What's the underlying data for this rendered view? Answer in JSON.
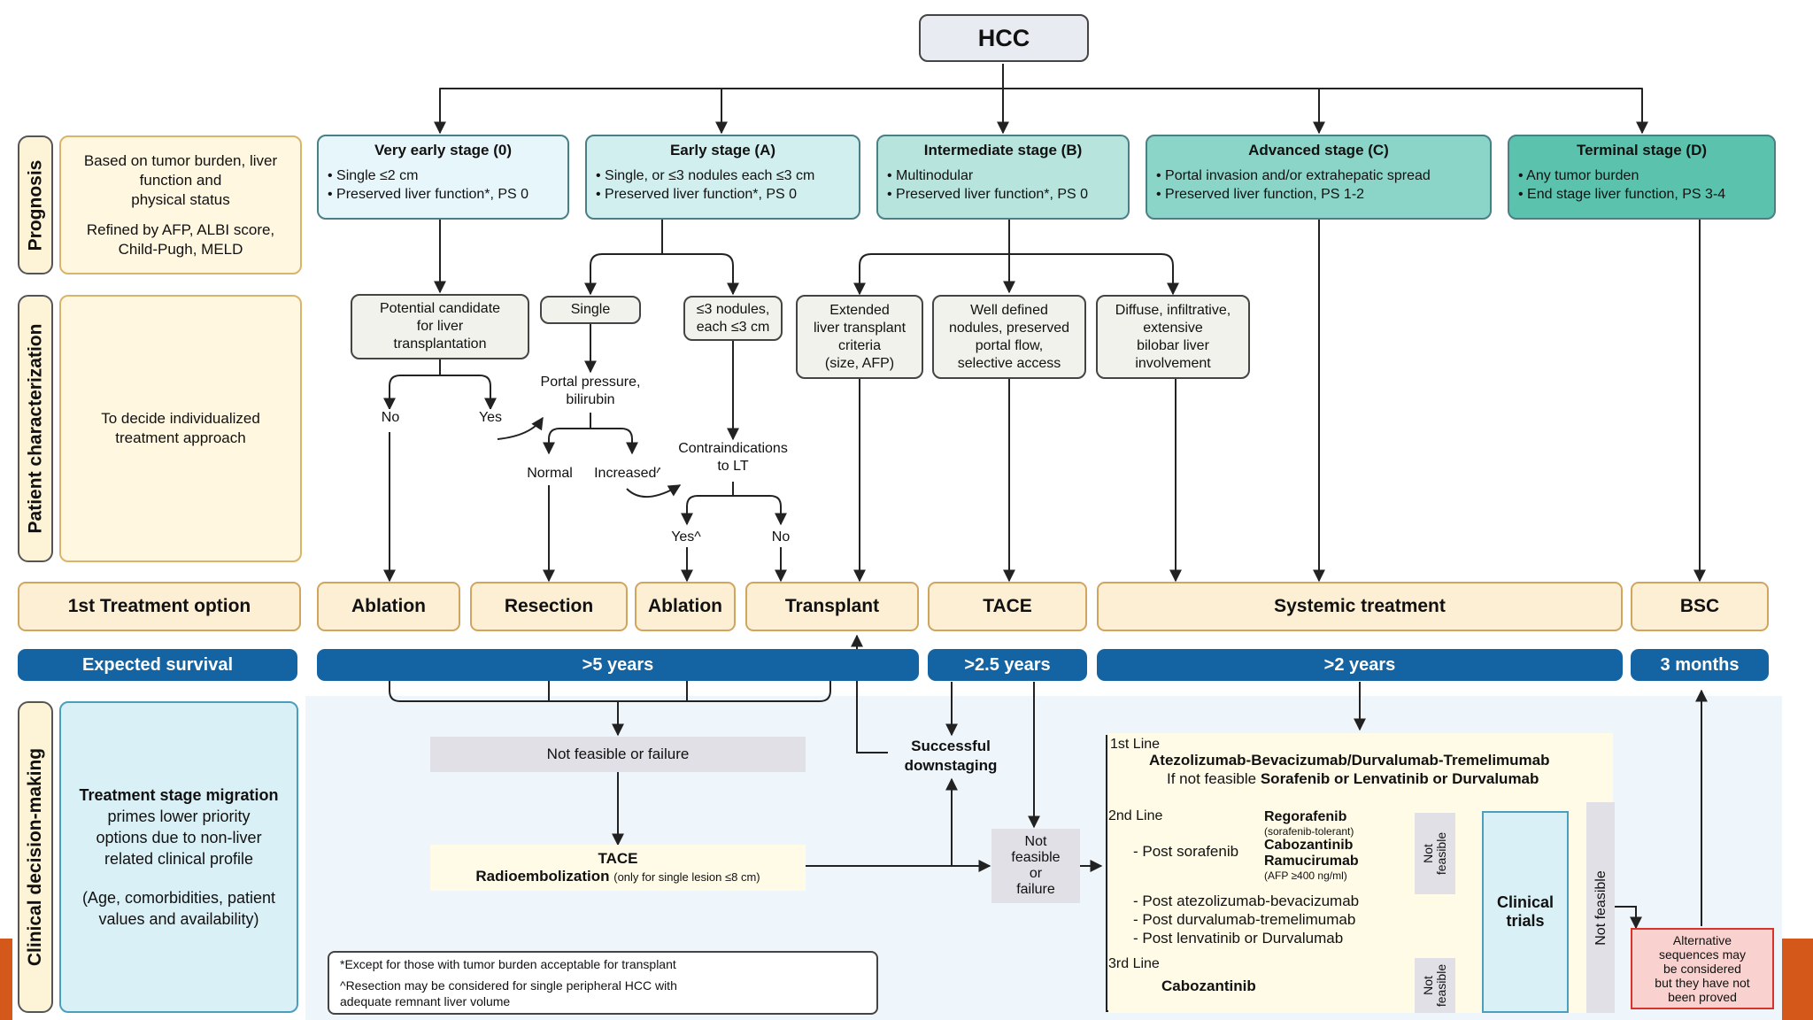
{
  "root": "HCC",
  "sections": {
    "prognosis": "Prognosis",
    "patient": "Patient characterization",
    "clinical": "Clinical decision-making"
  },
  "prognosis_desc": {
    "line1": "Based on tumor burden, liver",
    "line2": "function and",
    "line3": "physical status",
    "line4": "Refined by AFP, ALBI score,",
    "line5": "Child-Pugh, MELD"
  },
  "patient_desc": {
    "line1": "To decide individualized",
    "line2": "treatment approach"
  },
  "clinical_desc": {
    "title": "Treatment stage migration",
    "line1": "primes lower priority",
    "line2": "options due to non-liver",
    "line3": "related clinical profile",
    "line4": "(Age, comorbidities, patient",
    "line5": "values and availability)"
  },
  "stages": [
    {
      "title": "Very early stage (0)",
      "l1": "• Single ≤2 cm",
      "l2": "• Preserved liver function*, PS 0",
      "color": "#e7f6fb"
    },
    {
      "title": "Early stage (A)",
      "l1": "• Single, or ≤3 nodules each ≤3 cm",
      "l2": "• Preserved liver function*, PS 0",
      "color": "#d2efef"
    },
    {
      "title": "Intermediate stage (B)",
      "l1": "• Multinodular",
      "l2": "• Preserved liver function*, PS 0",
      "color": "#b7e4dd"
    },
    {
      "title": "Advanced stage (C)",
      "l1": "• Portal invasion and/or extrahepatic spread",
      "l2": "• Preserved liver function, PS 1-2",
      "color": "#8bd5c8"
    },
    {
      "title": "Terminal stage (D)",
      "l1": "• Any tumor burden",
      "l2": "• End stage liver function, PS 3-4",
      "color": "#5bc3ad"
    }
  ],
  "chars": {
    "candidate": {
      "l1": "Potential candidate",
      "l2": "for liver",
      "l3": "transplantation"
    },
    "single": "Single",
    "nodules": {
      "l1": "≤3 nodules,",
      "l2": "each ≤3 cm"
    },
    "extended": {
      "l1": "Extended",
      "l2": "liver transplant",
      "l3": "criteria",
      "l4": "(size, AFP)"
    },
    "welldef": {
      "l1": "Well defined",
      "l2": "nodules, preserved",
      "l3": "portal flow,",
      "l4": "selective access"
    },
    "diffuse": {
      "l1": "Diffuse, infiltrative,",
      "l2": "extensive",
      "l3": "bilobar liver",
      "l4": "involvement"
    }
  },
  "flow": {
    "no1": "No",
    "yes1": "Yes",
    "portal_l1": "Portal pressure,",
    "portal_l2": "bilirubin",
    "normal": "Normal",
    "increased": "Increased^",
    "contra_l1": "Contraindications",
    "contra_l2": "to LT",
    "yes2": "Yes^",
    "no2": "No"
  },
  "first_tx_label": "1st Treatment option",
  "treatments": [
    "Ablation",
    "Resection",
    "Ablation",
    "Transplant",
    "TACE",
    "Systemic treatment",
    "BSC"
  ],
  "survival_label": "Expected survival",
  "survival": [
    ">5 years",
    ">2.5 years",
    ">2 years",
    "3 months"
  ],
  "not_feasible_failure": "Not  feasible or failure",
  "downstaging": {
    "l1": "Successful",
    "l2": "downstaging"
  },
  "tace_radio": {
    "l1": "TACE",
    "l2": "Radioembolization",
    "l3": "(only  for single lesion ≤8 cm)"
  },
  "nff": {
    "l1": "Not",
    "l2": "feasible",
    "l3": "or",
    "l4": "failure"
  },
  "systemic": {
    "line1_label": "1st Line",
    "line1_main": "Atezolizumab-Bevacizumab/Durvalumab-Tremelimumab",
    "line1_alt_pre": "If not feasible ",
    "line1_alt_bold": "Sorafenib or Lenvatinib or Durvalumab",
    "line2_label": "2nd Line",
    "post_sorafenib": "- Post sorafenib",
    "rego": "Regorafenib",
    "rego_note": "(sorafenib-tolerant)",
    "cabo": "Cabozantinib",
    "ramu": "Ramucirumab",
    "ramu_note": "(AFP ≥400 ng/ml)",
    "post_atezo": "- Post atezolizumab-bevacizumab",
    "post_durva": "- Post durvalumab-tremelimumab",
    "post_lenva": "- Post lenvatinib or Durvalumab",
    "line3_label": "3rd Line",
    "line3_drug": "Cabozantinib",
    "not_feasible_small": "Not feasible",
    "clinical_trials_l1": "Clinical",
    "clinical_trials_l2": "trials",
    "not_feasible_tall": "Not feasible"
  },
  "alternative": {
    "l1": "Alternative",
    "l2": "sequences may",
    "l3": "be considered",
    "l4": "but they have not",
    "l5": "been proved"
  },
  "footnotes": {
    "f1": "*Except for  those with tumor burden acceptable for transplant",
    "f2": "^Resection may be considered for single peripheral HCC with",
    "f3": "adequate remnant liver volume"
  },
  "colors": {
    "survival_bar": "#1464a3",
    "treatment_fill": "#fdefd4",
    "section_fill": "#fdf3d6",
    "clinical_desc_fill": "#daf0f7",
    "alt_fill": "#f9d2cf",
    "alt_border": "#d9332c",
    "accent_rail": "#d4581a"
  }
}
